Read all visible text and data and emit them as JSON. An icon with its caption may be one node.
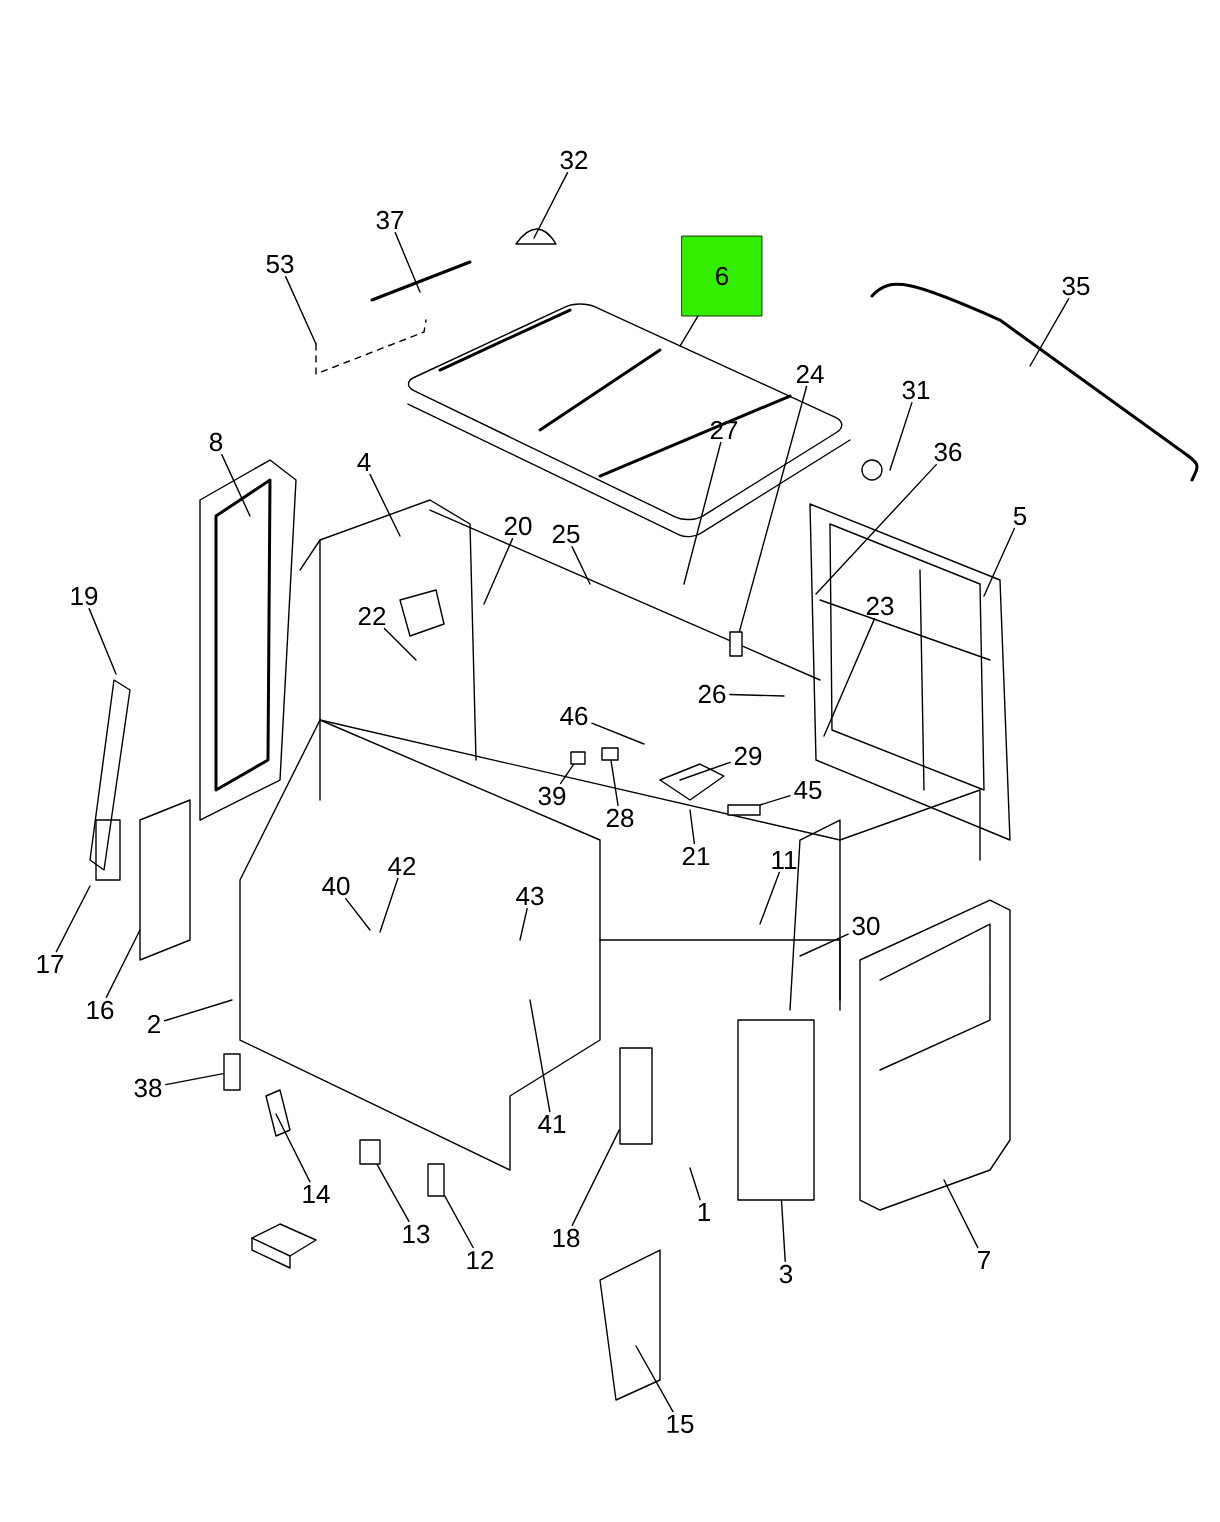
{
  "diagram": {
    "nodes": [
      {
        "text": [
          "32"
        ]
      },
      {
        "text": [
          "37"
        ]
      },
      {
        "text": [
          "53"
        ]
      },
      {
        "text": [
          "6"
        ]
      },
      {
        "text": [
          "35"
        ]
      },
      {
        "text": [
          "24"
        ]
      },
      {
        "text": [
          "31"
        ]
      },
      {
        "text": [
          "27"
        ]
      },
      {
        "text": [
          "36"
        ]
      },
      {
        "text": [
          "8"
        ]
      },
      {
        "text": [
          "4"
        ]
      },
      {
        "text": [
          "20"
        ]
      },
      {
        "text": [
          "25"
        ]
      },
      {
        "text": [
          "5"
        ]
      },
      {
        "text": [
          "19"
        ]
      },
      {
        "text": [
          "22"
        ]
      },
      {
        "text": [
          "23"
        ]
      },
      {
        "text": [
          "26"
        ]
      },
      {
        "text": [
          "46"
        ]
      },
      {
        "text": [
          "29"
        ]
      },
      {
        "text": [
          "39"
        ]
      },
      {
        "text": [
          "28"
        ]
      },
      {
        "text": [
          "45"
        ]
      },
      {
        "text": [
          "21"
        ]
      },
      {
        "text": [
          "11"
        ]
      },
      {
        "text": [
          "42"
        ]
      },
      {
        "text": [
          "40"
        ]
      },
      {
        "text": [
          "43"
        ]
      },
      {
        "text": [
          "30"
        ]
      },
      {
        "text": [
          "17"
        ]
      },
      {
        "text": [
          "16"
        ]
      },
      {
        "text": [
          "2"
        ]
      },
      {
        "text": [
          "38"
        ]
      },
      {
        "text": [
          "41"
        ]
      },
      {
        "text": [
          "14"
        ]
      },
      {
        "text": [
          "13"
        ]
      },
      {
        "text": [
          "12"
        ]
      },
      {
        "text": [
          "18"
        ]
      },
      {
        "text": [
          "1"
        ]
      },
      {
        "text": [
          "3"
        ]
      },
      {
        "text": [
          "7"
        ]
      },
      {
        "text": [
          "15"
        ]
      },
      {
        "text": [],
        "shape": "box"
      },
      {
        "text": [],
        "shape": "box"
      },
      {
        "text": [],
        "shape": "box"
      },
      {
        "text": [],
        "shape": "box"
      },
      {
        "text": [],
        "shape": "box"
      },
      {
        "text": [],
        "shape": "box"
      },
      {
        "text": [],
        "shape": "box"
      },
      {
        "text": [],
        "shape": "box"
      },
      {
        "text": [],
        "shape": "box"
      }
    ],
    "edges": [
      {
        "from": 0,
        "to": null,
        "arrow": "none"
      },
      {
        "from": 1,
        "to": null,
        "arrow": "none"
      },
      {
        "from": 2,
        "to": null,
        "arrow": "none"
      },
      {
        "from": 3,
        "to": null,
        "arrow": "none"
      },
      {
        "from": 4,
        "to": null,
        "arrow": "none"
      },
      {
        "from": 5,
        "to": 42,
        "arrow": "none"
      },
      {
        "from": 6,
        "to": null,
        "arrow": "none"
      },
      {
        "from": 7,
        "to": null,
        "arrow": "none"
      },
      {
        "from": 8,
        "to": null,
        "arrow": "none"
      },
      {
        "from": 9,
        "to": null,
        "arrow": "none"
      },
      {
        "from": 10,
        "to": null,
        "arrow": "none"
      },
      {
        "from": 11,
        "to": null,
        "arrow": "none"
      },
      {
        "from": 12,
        "to": null,
        "arrow": "none"
      },
      {
        "from": 13,
        "to": null,
        "arrow": "none"
      },
      {
        "from": 14,
        "to": null,
        "arrow": "none"
      },
      {
        "from": 15,
        "to": null,
        "arrow": "none"
      },
      {
        "from": 16,
        "to": null,
        "arrow": "none"
      },
      {
        "from": 17,
        "to": null,
        "arrow": "none"
      },
      {
        "from": 18,
        "to": null,
        "arrow": "none"
      },
      {
        "from": 19,
        "to": null,
        "arrow": "none"
      },
      {
        "from": 20,
        "to": 43,
        "arrow": "none"
      },
      {
        "from": 21,
        "to": 44,
        "arrow": "none"
      },
      {
        "from": 22,
        "to": 45,
        "arrow": "none"
      },
      {
        "from": 23,
        "to": null,
        "arrow": "none"
      },
      {
        "from": 24,
        "to": null,
        "arrow": "none"
      },
      {
        "from": 25,
        "to": null,
        "arrow": "none"
      },
      {
        "from": 26,
        "to": null,
        "arrow": "none"
      },
      {
        "from": 27,
        "to": null,
        "arrow": "none"
      },
      {
        "from": 28,
        "to": null,
        "arrow": "none"
      },
      {
        "from": 29,
        "to": null,
        "arrow": "none"
      },
      {
        "from": 30,
        "to": null,
        "arrow": "none"
      },
      {
        "from": 31,
        "to": null,
        "arrow": "none"
      },
      {
        "from": 32,
        "to": 46,
        "arrow": "none"
      },
      {
        "from": 33,
        "to": null,
        "arrow": "none"
      },
      {
        "from": 34,
        "to": null,
        "arrow": "none"
      },
      {
        "from": 35,
        "to": 47,
        "arrow": "none"
      },
      {
        "from": 36,
        "to": 48,
        "arrow": "none"
      },
      {
        "from": 37,
        "to": 49,
        "arrow": "none"
      },
      {
        "from": 38,
        "to": null,
        "arrow": "none"
      },
      {
        "from": 39,
        "to": 50,
        "arrow": "none"
      },
      {
        "from": 40,
        "to": null,
        "arrow": "none"
      },
      {
        "from": 41,
        "to": null,
        "arrow": "none"
      }
    ]
  }
}
